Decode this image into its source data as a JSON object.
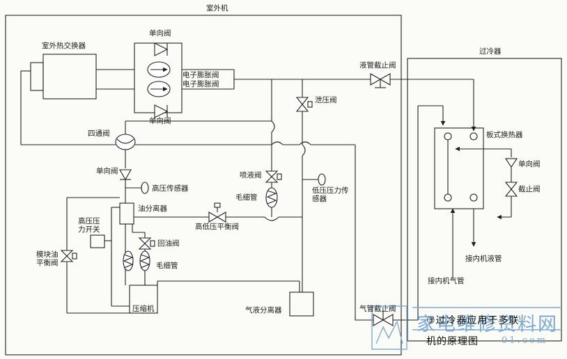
{
  "labels": {
    "outdoor_unit": "室外机",
    "subcooler": "过冷器",
    "outdoor_hx": "室外热交换器",
    "check_valve_top": "单向阀",
    "eev1": "电子膨胀阀",
    "eev2": "电子膨胀阀",
    "check_valve_mid": "单向阀",
    "liquid_stop_valve": "液管截止阀",
    "relief_valve": "泄压阀",
    "four_way_valve": "四通阀",
    "check_valve_lower": "单向阀",
    "hp_sensor": "高压传感器",
    "injection_valve": "喷液阀",
    "capillary_1": "毛细管",
    "lp_sensor": "低压压力传感器",
    "oil_separator": "油分离器",
    "hp_switch": "高压压力开关",
    "hl_balance_valve": "高低压平衡阀",
    "oil_return_valve": "回油阀",
    "module_oil_balance_valve": "模块油平衡阀",
    "capillary_2": "毛细管",
    "compressor": "压缩机",
    "gas_liquid_separator": "气液分离器",
    "gas_stop_valve": "气管截止阀",
    "plate_hx": "板式换热器",
    "check_valve_sub": "单向阀",
    "stop_valve_sub": "截止阀",
    "indoor_liquid_pipe": "接内机液管",
    "indoor_gas_pipe": "接内机气管"
  },
  "caption": {
    "line1": "③过冷器应用于多联",
    "line2": "机的原理图"
  },
  "watermark": {
    "text": "家电维修资料网",
    "url": "01.com"
  },
  "colors": {
    "line": "#1f1f1f",
    "watermark": "#7fa9cf"
  }
}
